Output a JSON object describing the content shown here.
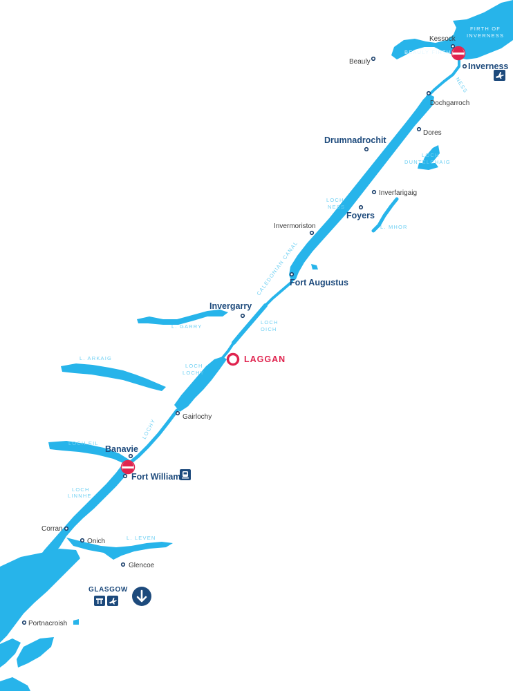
{
  "colors": {
    "water": "#27b4ea",
    "label_major": "#1d4a7c",
    "label_minor": "#3a3a3a",
    "water_label": "#6fd0f3",
    "base_marker": "#e0244f",
    "lock_marker": "#e0244f"
  },
  "base": {
    "name": "LAGGAN",
    "icon": "base-ring-icon"
  },
  "towns_major": [
    "Inverness",
    "Drumnadrochit",
    "Foyers",
    "Fort Augustus",
    "Invergarry",
    "Banavie",
    "Fort William"
  ],
  "towns_minor": [
    "Kessock",
    "Beauly",
    "Dochgarroch",
    "Dores",
    "Inverfarigaig",
    "Invermoriston",
    "Gairlochy",
    "Corran",
    "Onich",
    "Glencoe",
    "Portnacroish"
  ],
  "water_labels": {
    "firth_of_inverness": [
      "FIRTH OF",
      "INVERNESS"
    ],
    "beauly_firth": "BEAULY FIRTH",
    "ness": "NESS",
    "loch_duntelchaig": [
      "LOCH",
      "DUNTELCHAIG"
    ],
    "loch_ness": [
      "LOCH",
      "NESS"
    ],
    "l_mhor": "L. MHOR",
    "caledonian_canal": "CALEDONIAN CANAL",
    "loch_oich": [
      "LOCH",
      "OICH"
    ],
    "l_garry": "L. GARRY",
    "l_arkaig": "L. ARKAIG",
    "loch_lochy": [
      "LOCH",
      "LOCHY"
    ],
    "lochy": "LOCHY",
    "loch_eil": "LOCH EIL",
    "loch_linnhe": [
      "LOCH",
      "LINNHE"
    ],
    "l_leven": "L. LEVEN"
  },
  "glasgow": {
    "label": "GLASGOW",
    "icons": [
      "motorway-icon",
      "airport-icon",
      "arrow-down-circle-icon"
    ]
  },
  "transport_icons": {
    "inverness": "airport-icon",
    "fort_william": "train-icon"
  },
  "locks": [
    "lock-marker-inverness",
    "lock-marker-banavie"
  ]
}
